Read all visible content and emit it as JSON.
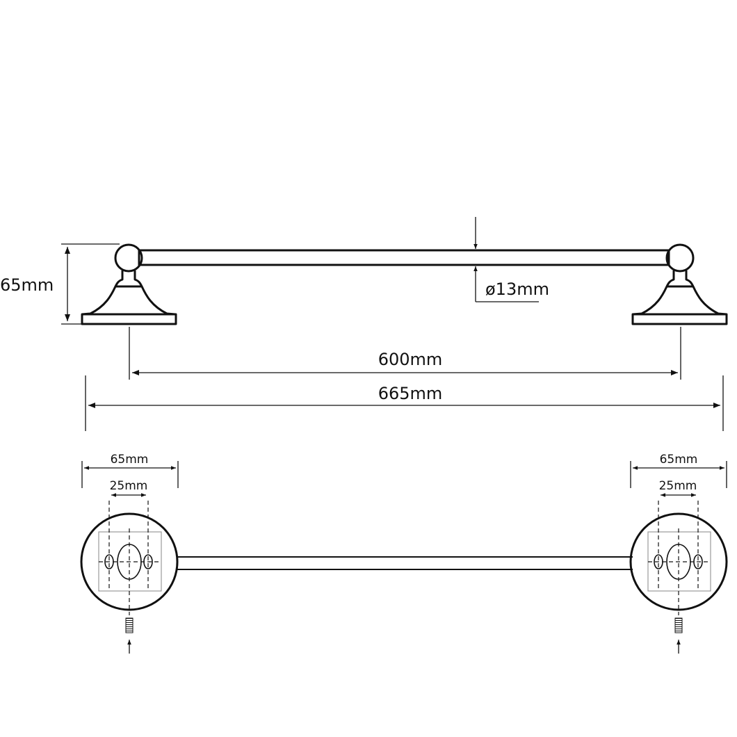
{
  "dimensions": {
    "height_label": "65mm",
    "diameter_label": "ø13mm",
    "centers_label": "600mm",
    "overall_label": "665mm",
    "left_base_width_label": "65mm",
    "left_fixing_label": "25mm",
    "right_base_width_label": "65mm",
    "right_fixing_label": "25mm"
  }
}
